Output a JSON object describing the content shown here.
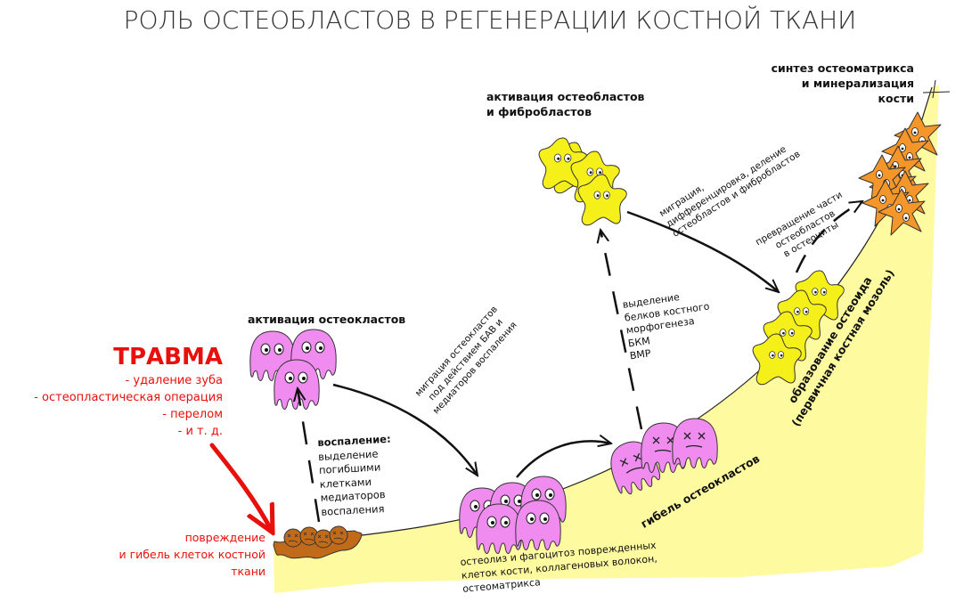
{
  "title": "РОЛЬ ОСТЕОБЛАСТОВ В РЕГЕНЕРАЦИИ КОСТНОЙ ТКАНИ",
  "colors": {
    "bone": "#fdfaa0",
    "trauma_red": "#e8100c",
    "osteoclast": "#f08cf0",
    "osteoblast": "#f5ef1a",
    "osteocyte": "#f5962a",
    "damaged_cells": "#c06a1a"
  },
  "trauma": {
    "heading": "ТРАВМА",
    "items": [
      "- удаление зуба",
      "- остеопластическая операция",
      "- перелом",
      "- и т. д."
    ]
  },
  "damage": {
    "lines": [
      "повреждение",
      "и гибель клеток костной",
      "ткани"
    ]
  },
  "inflammation": {
    "heading": "воспаление:",
    "lines": [
      "выделение",
      "погибшими",
      "клетками",
      "медиаторов",
      "воспаления"
    ]
  },
  "osteoclast_activation": {
    "label": "активация остеокластов"
  },
  "migration": {
    "lines": [
      "миграция остеокластов",
      "под действием БАВ и",
      "медиаторов воспаления"
    ]
  },
  "osteolysis": {
    "lines": [
      "остеолиз и фагоцитоз поврежденных",
      "клеток кости, коллагеновых волокон,",
      "остеоматрикса"
    ]
  },
  "osteoclast_death": {
    "label": "гибель остеокластов"
  },
  "bmp": {
    "lines": [
      "выделение",
      "белков костного",
      "морфогенеза",
      "БКМ",
      "BMP"
    ]
  },
  "osteoblast_activation": {
    "lines": [
      "активация остеобластов",
      "и фибробластов"
    ]
  },
  "differentiation": {
    "lines": [
      "миграция,",
      "дифференцировка, деление",
      "остеобластов и фибробластов"
    ]
  },
  "osteoid": {
    "lines": [
      "образование остеоида",
      "(первичная костная мозоль)"
    ]
  },
  "osteocyte_transform": {
    "lines": [
      "превращение части",
      "остеобластов",
      "в остеоциты"
    ]
  },
  "synthesis": {
    "lines": [
      "синтез остеоматрикса",
      "и минерализация",
      "кости"
    ]
  }
}
